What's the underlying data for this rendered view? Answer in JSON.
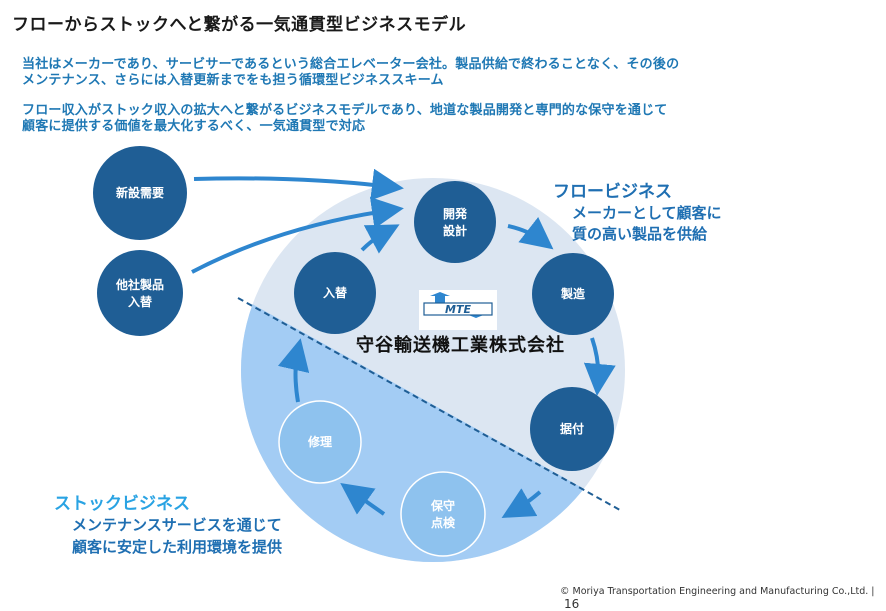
{
  "title": "フローからストックへと繋がる一気通貫型ビジネスモデル",
  "paragraphs": {
    "p1_line1": "当社はメーカーであり、サービサーであるという総合エレベーター会社。製品供給で終わることなく、その後の",
    "p1_line2": "メンテナンス、さらには入替更新までをも担う循環型ビジネススキーム",
    "p2_line1": "フロー収入がストック収入の拡大へと繋がるビジネスモデルであり、地道な製品開発と専門的な保守を通じて",
    "p2_line2": "顧客に提供する価値を最大化するべく、一気通貫型で対応"
  },
  "flow": {
    "title": "フロービジネス",
    "desc_line1": "メーカーとして顧客に",
    "desc_line2": "質の高い製品を供給"
  },
  "stock": {
    "title": "ストックビジネス",
    "desc_line1": "メンテナンスサービスを通じて",
    "desc_line2": "顧客に安定した利用環境を提供"
  },
  "nodes": {
    "new_demand": [
      "新設需要"
    ],
    "other_replace": [
      "他社製品",
      "入替"
    ],
    "dev_design": [
      "開発",
      "設計"
    ],
    "manufacture": [
      "製造"
    ],
    "install": [
      "据付"
    ],
    "maintenance": [
      "保守",
      "点検"
    ],
    "repair": [
      "修理"
    ],
    "replace": [
      "入替"
    ]
  },
  "logo": {
    "mark": "MTE",
    "company": "守谷輸送機工業株式会社"
  },
  "footer": {
    "copyright": "© Moriya Transportation Engineering and Manufacturing Co.,Ltd.",
    "separator": "|",
    "page": "16"
  },
  "colors": {
    "flow_bg": "#dce6f2",
    "stock_bg": "#a3ccf4",
    "dark_node": "#1f5e95",
    "light_node": "#8ec2ee",
    "arrow": "#2e86cf",
    "accent_text": "#1f78b4"
  }
}
